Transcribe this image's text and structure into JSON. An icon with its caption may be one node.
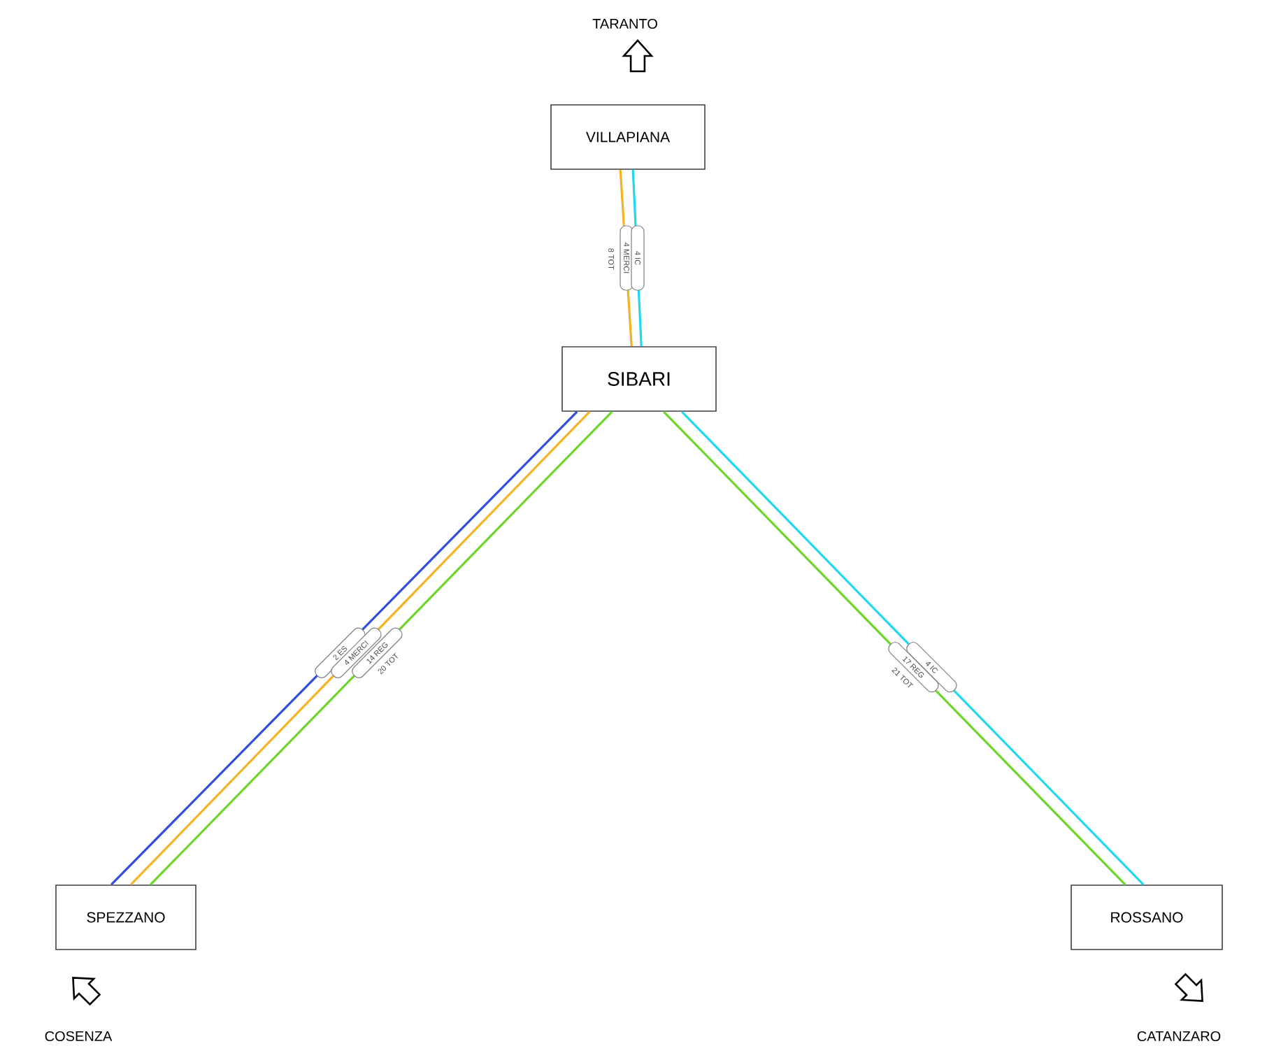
{
  "diagram": {
    "nodes": [
      {
        "text": [
          "TARANTO"
        ]
      },
      {
        "text": [
          "VILLAPIANA"
        ]
      },
      {
        "text": [
          "SIBARI"
        ]
      },
      {
        "text": [
          "SPEZZANO"
        ]
      },
      {
        "text": [
          "ROSSANO"
        ]
      },
      {
        "text": [
          "COSENZA"
        ]
      },
      {
        "text": [
          "CATANZARO"
        ]
      }
    ],
    "edges": [
      {
        "from": 1,
        "to": 2,
        "arrow": "none",
        "label": "4 MERCI",
        "color": "#f5b324"
      },
      {
        "from": 1,
        "to": 2,
        "arrow": "none",
        "label": "4 IC",
        "color": "#22d8f0"
      },
      {
        "from": 2,
        "to": 3,
        "arrow": "none",
        "label": "2 ES",
        "color": "#2f4ee0"
      },
      {
        "from": 2,
        "to": 3,
        "arrow": "none",
        "label": "4 MERCI",
        "color": "#f5b324"
      },
      {
        "from": 2,
        "to": 3,
        "arrow": "none",
        "label": "14 REG",
        "color": "#6ed62a"
      },
      {
        "from": 2,
        "to": 4,
        "arrow": "none",
        "label": "4 IC",
        "color": "#22d8f0"
      },
      {
        "from": 2,
        "to": 4,
        "arrow": "none",
        "label": "17 REG",
        "color": "#6ed62a"
      },
      {
        "from": null,
        "to": 0,
        "arrow": "to"
      },
      {
        "from": 5,
        "to": null,
        "arrow": "to"
      },
      {
        "from": null,
        "to": 6,
        "arrow": "to"
      }
    ],
    "labels": [
      "8 TOT",
      "20 TOT",
      "21 TOT"
    ]
  }
}
